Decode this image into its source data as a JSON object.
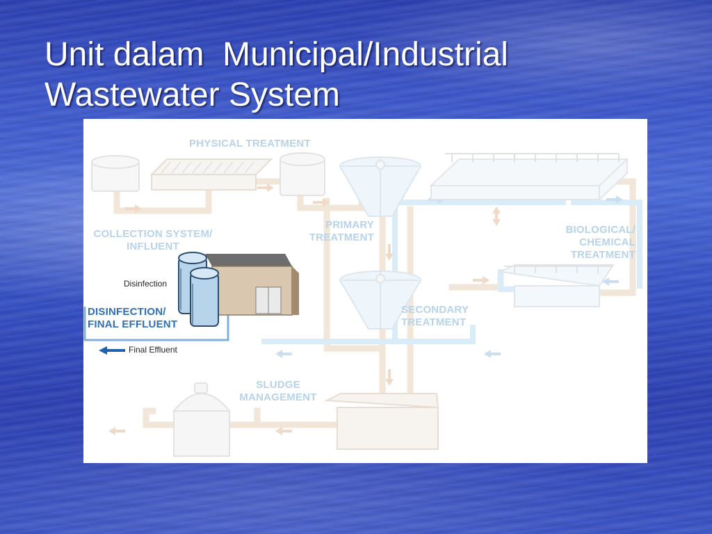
{
  "slide": {
    "title_line1": "Unit dalam  Municipal/Industrial",
    "title_line2": "Wastewater System"
  },
  "diagram": {
    "labels": {
      "physical_treatment": "PHYSICAL TREATMENT",
      "collection_line1": "COLLECTION SYSTEM/",
      "collection_line2": "INFLUENT",
      "primary_line1": "PRIMARY",
      "primary_line2": "TREATMENT",
      "biological_line1": "BIOLOGICAL/",
      "biological_line2": "CHEMICAL",
      "biological_line3": "TREATMENT",
      "secondary_line1": "SECONDARY",
      "secondary_line2": "TREATMENT",
      "disinfection_small": "Disinfection",
      "disinfection_line1": "DISINFECTION/",
      "disinfection_line2": "FINAL EFFLUENT",
      "final_effluent": "Final Effluent",
      "sludge_line1": "SLUDGE",
      "sludge_line2": "MANAGEMENT"
    },
    "colors": {
      "faded_label": "#b7d3ea",
      "highlight_label": "#2f6fb5",
      "pipe_faded": "#f3e9dc",
      "pipe_blue": "#cfe6f7"
    }
  }
}
